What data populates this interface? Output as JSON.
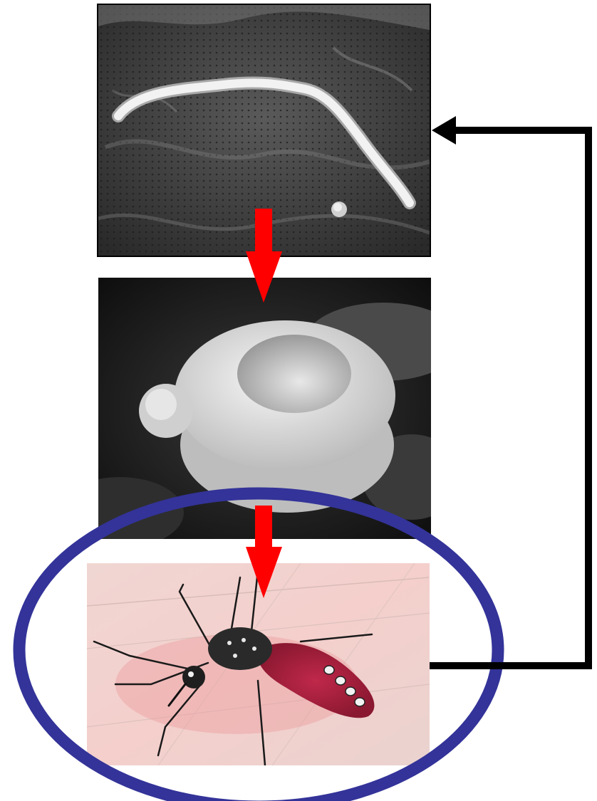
{
  "diagram": {
    "kind": "life-cycle",
    "stages": [
      {
        "id": "stage-1",
        "image": "microfilaria-sem-micrograph"
      },
      {
        "id": "stage-2",
        "image": "red-blood-cell-sem-micrograph"
      },
      {
        "id": "stage-3",
        "image": "mosquito-feeding-photo",
        "highlighted": true
      }
    ],
    "arrows": [
      {
        "from": "stage-1",
        "to": "stage-2",
        "color": "#ff0000"
      },
      {
        "from": "stage-2",
        "to": "stage-3",
        "color": "#ff0000"
      },
      {
        "from": "stage-3",
        "to": "stage-1",
        "color": "#000000"
      }
    ],
    "highlight_color": "#333399"
  }
}
